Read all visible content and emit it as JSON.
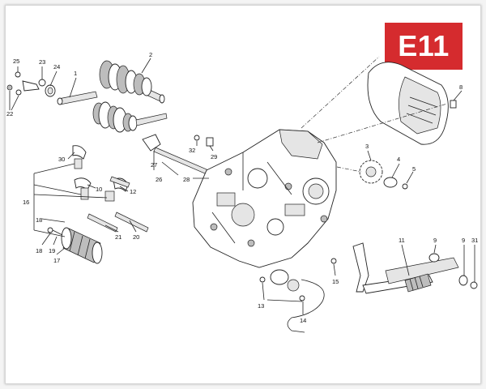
{
  "badge": {
    "code": "E11",
    "color": "#d52b2e"
  },
  "callouts": {
    "c1": "1",
    "c2": "2",
    "c3": "3",
    "c4": "4",
    "c5": "5",
    "c8": "8",
    "c9a": "9",
    "c9b": "9",
    "c10": "10",
    "c11": "11",
    "c12": "12",
    "c13": "13",
    "c14": "14",
    "c15": "15",
    "c16": "16",
    "c17": "17",
    "c18a": "18",
    "c18b": "18",
    "c19": "19",
    "c20": "20",
    "c21": "21",
    "c22": "22",
    "c23": "23",
    "c24": "24",
    "c25": "25",
    "c26": "26",
    "c27": "27",
    "c28": "28",
    "c29": "29",
    "c30": "30",
    "c31": "31",
    "c32": "32"
  }
}
